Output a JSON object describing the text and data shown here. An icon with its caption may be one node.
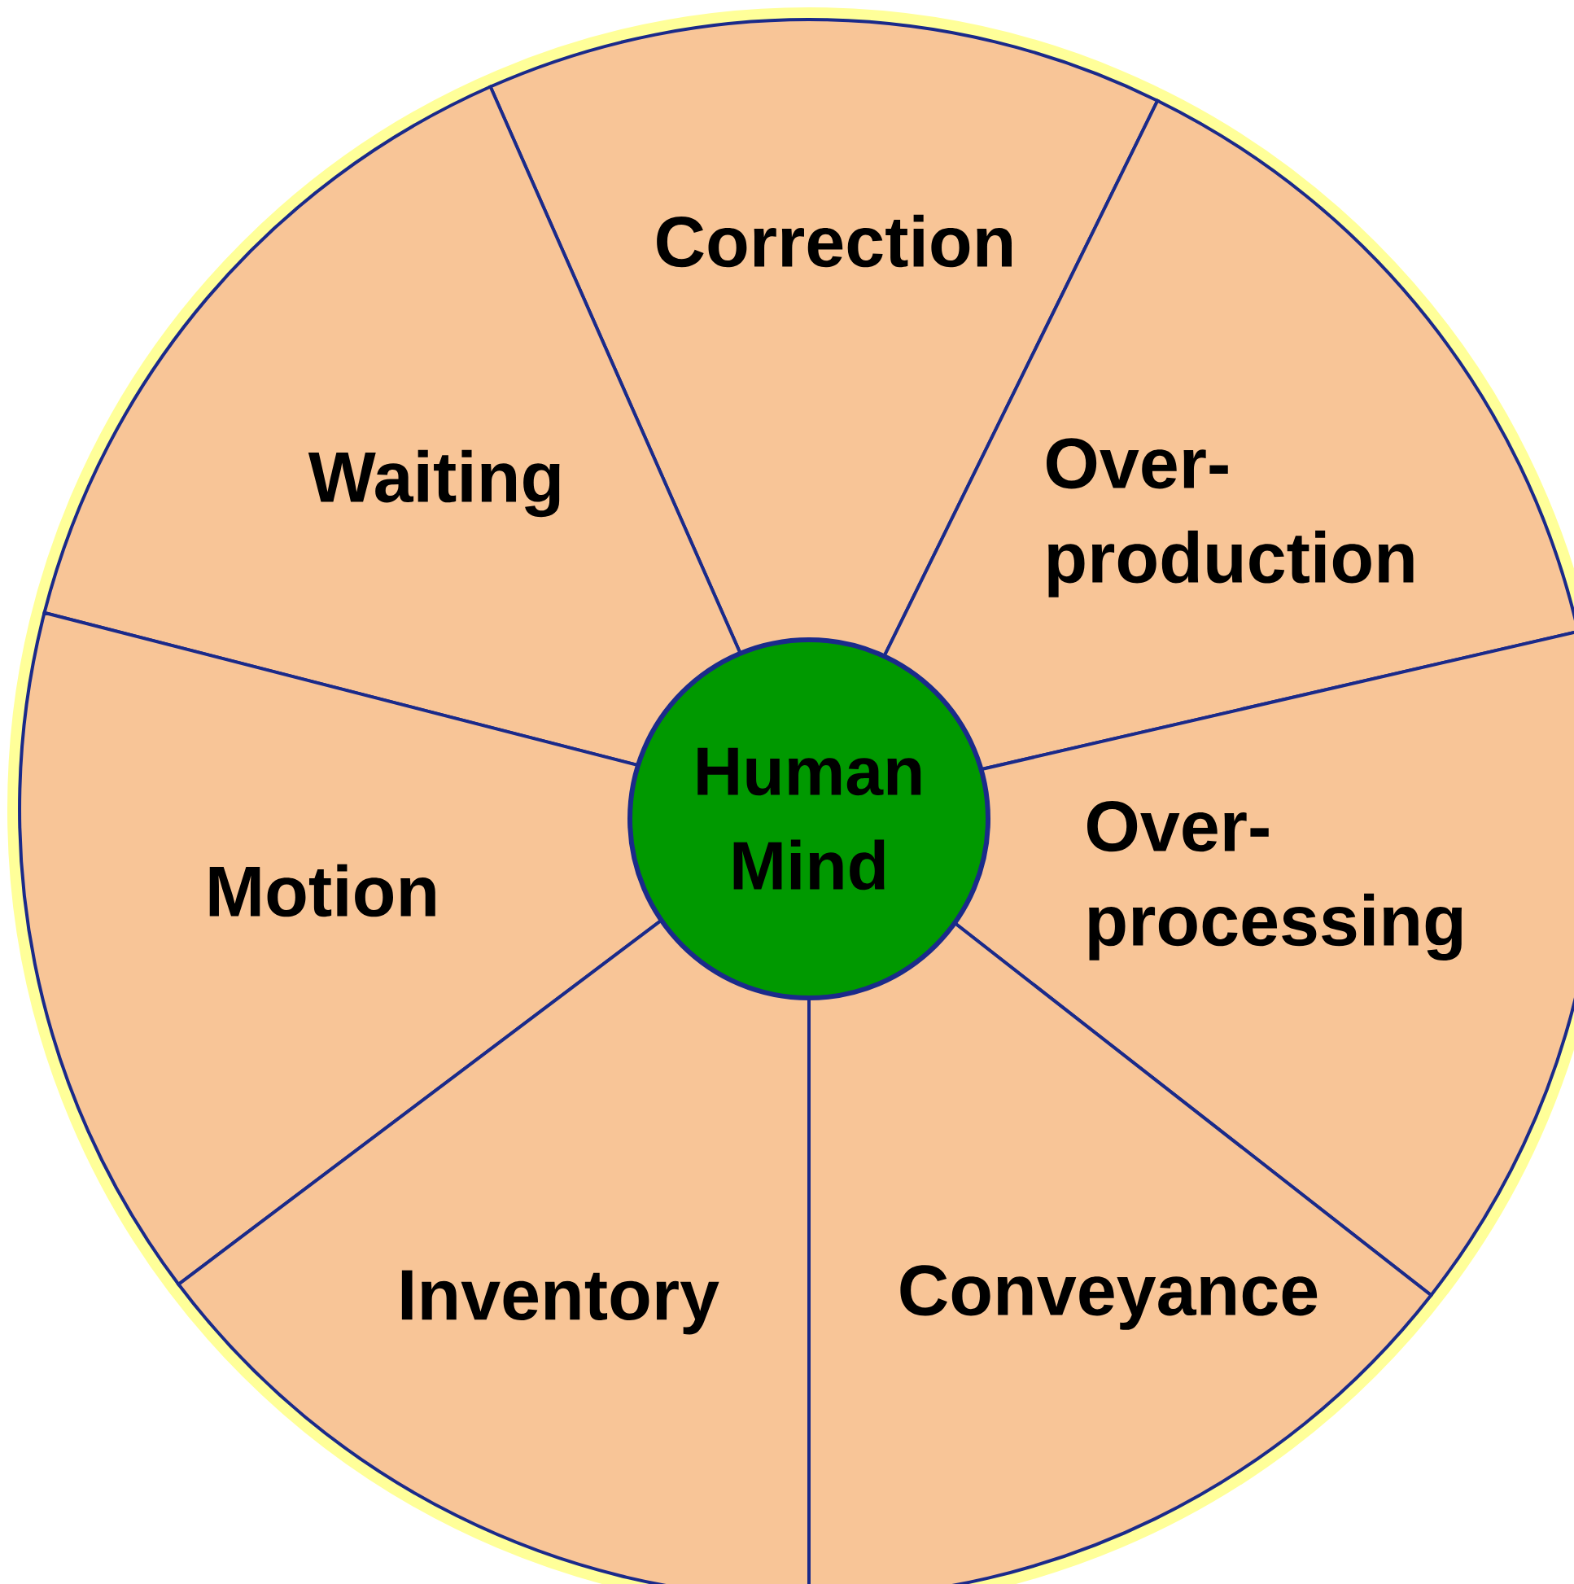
{
  "diagram": {
    "nodes": [
      {
        "text": [
          "Correction"
        ]
      },
      {
        "text": [
          "Waiting"
        ]
      },
      {
        "text": [
          "Over-production"
        ]
      },
      {
        "text": [
          "Human Mind"
        ]
      },
      {
        "text": [
          "Motion"
        ]
      },
      {
        "text": [
          "Over-processing"
        ]
      },
      {
        "text": [
          "Inventory"
        ]
      },
      {
        "text": [
          "Conveyance"
        ]
      }
    ]
  }
}
